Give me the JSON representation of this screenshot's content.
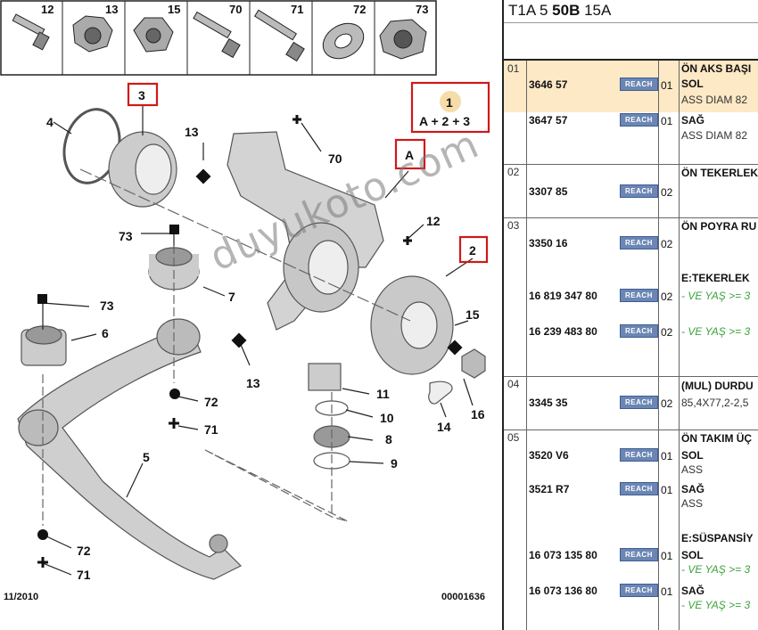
{
  "diagram": {
    "strip_numbers": [
      "12",
      "13",
      "15",
      "70",
      "71",
      "72",
      "73"
    ],
    "callouts": [
      "4",
      "3",
      "1",
      "A + 2 + 3",
      "A",
      "13",
      "70",
      "12",
      "2",
      "73",
      "7",
      "73",
      "6",
      "15",
      "13",
      "72",
      "71",
      "11",
      "10",
      "16",
      "14",
      "8",
      "9",
      "5",
      "72",
      "71"
    ],
    "date": "11/2010",
    "doc_code": "00001636",
    "watermark": "duyukoto.com"
  },
  "table": {
    "header_prefix": "T1A 5",
    "header_bold": "50B",
    "header_suffix": "15A",
    "badge": "REACH",
    "groups": [
      {
        "no": "01",
        "rows": [
          {
            "ref": "3646 57",
            "qty": "01",
            "desc": "ÖN AKS BAŞI",
            "sub": [
              "SOL",
              "ASS DIAM 82"
            ]
          },
          {
            "ref": "3647 57",
            "qty": "01",
            "desc": "SAĞ",
            "sub": [
              "ASS DIAM 82"
            ]
          }
        ]
      },
      {
        "no": "02",
        "rows": [
          {
            "ref": "3307 85",
            "qty": "02",
            "desc": "ÖN TEKERLEK"
          }
        ]
      },
      {
        "no": "03",
        "rows": [
          {
            "ref": "3350 16",
            "qty": "02",
            "desc": "ÖN POYRA RU"
          },
          {
            "ref": "16 819 347 80",
            "qty": "02",
            "desc": "E:TEKERLEK",
            "sub": [
              "- VE YAŞ >= 3"
            ]
          },
          {
            "ref": "16 239 483 80",
            "qty": "02",
            "desc": "- VE YAŞ >= 3"
          }
        ]
      },
      {
        "no": "04",
        "rows": [
          {
            "ref": "3345 35",
            "qty": "02",
            "desc": "(MUL) DURDU",
            "sub": [
              "85,4X77,2-2,5"
            ]
          }
        ]
      },
      {
        "no": "05",
        "rows": [
          {
            "ref": "3520 V6",
            "qty": "01",
            "desc": "ÖN TAKIM ÜÇ",
            "sub": [
              "SOL",
              "ASS"
            ]
          },
          {
            "ref": "3521 R7",
            "qty": "01",
            "desc": "SAĞ",
            "sub": [
              "ASS"
            ]
          },
          {
            "ref": "16 073 135 80",
            "qty": "01",
            "desc": "E:SÜSPANSİY",
            "sub": [
              "SOL",
              "- VE YAŞ >= 3"
            ]
          },
          {
            "ref": "16 073 136 80",
            "qty": "01",
            "desc": "SAĞ",
            "sub": [
              "- VE YAŞ >= 3"
            ]
          }
        ]
      }
    ]
  }
}
